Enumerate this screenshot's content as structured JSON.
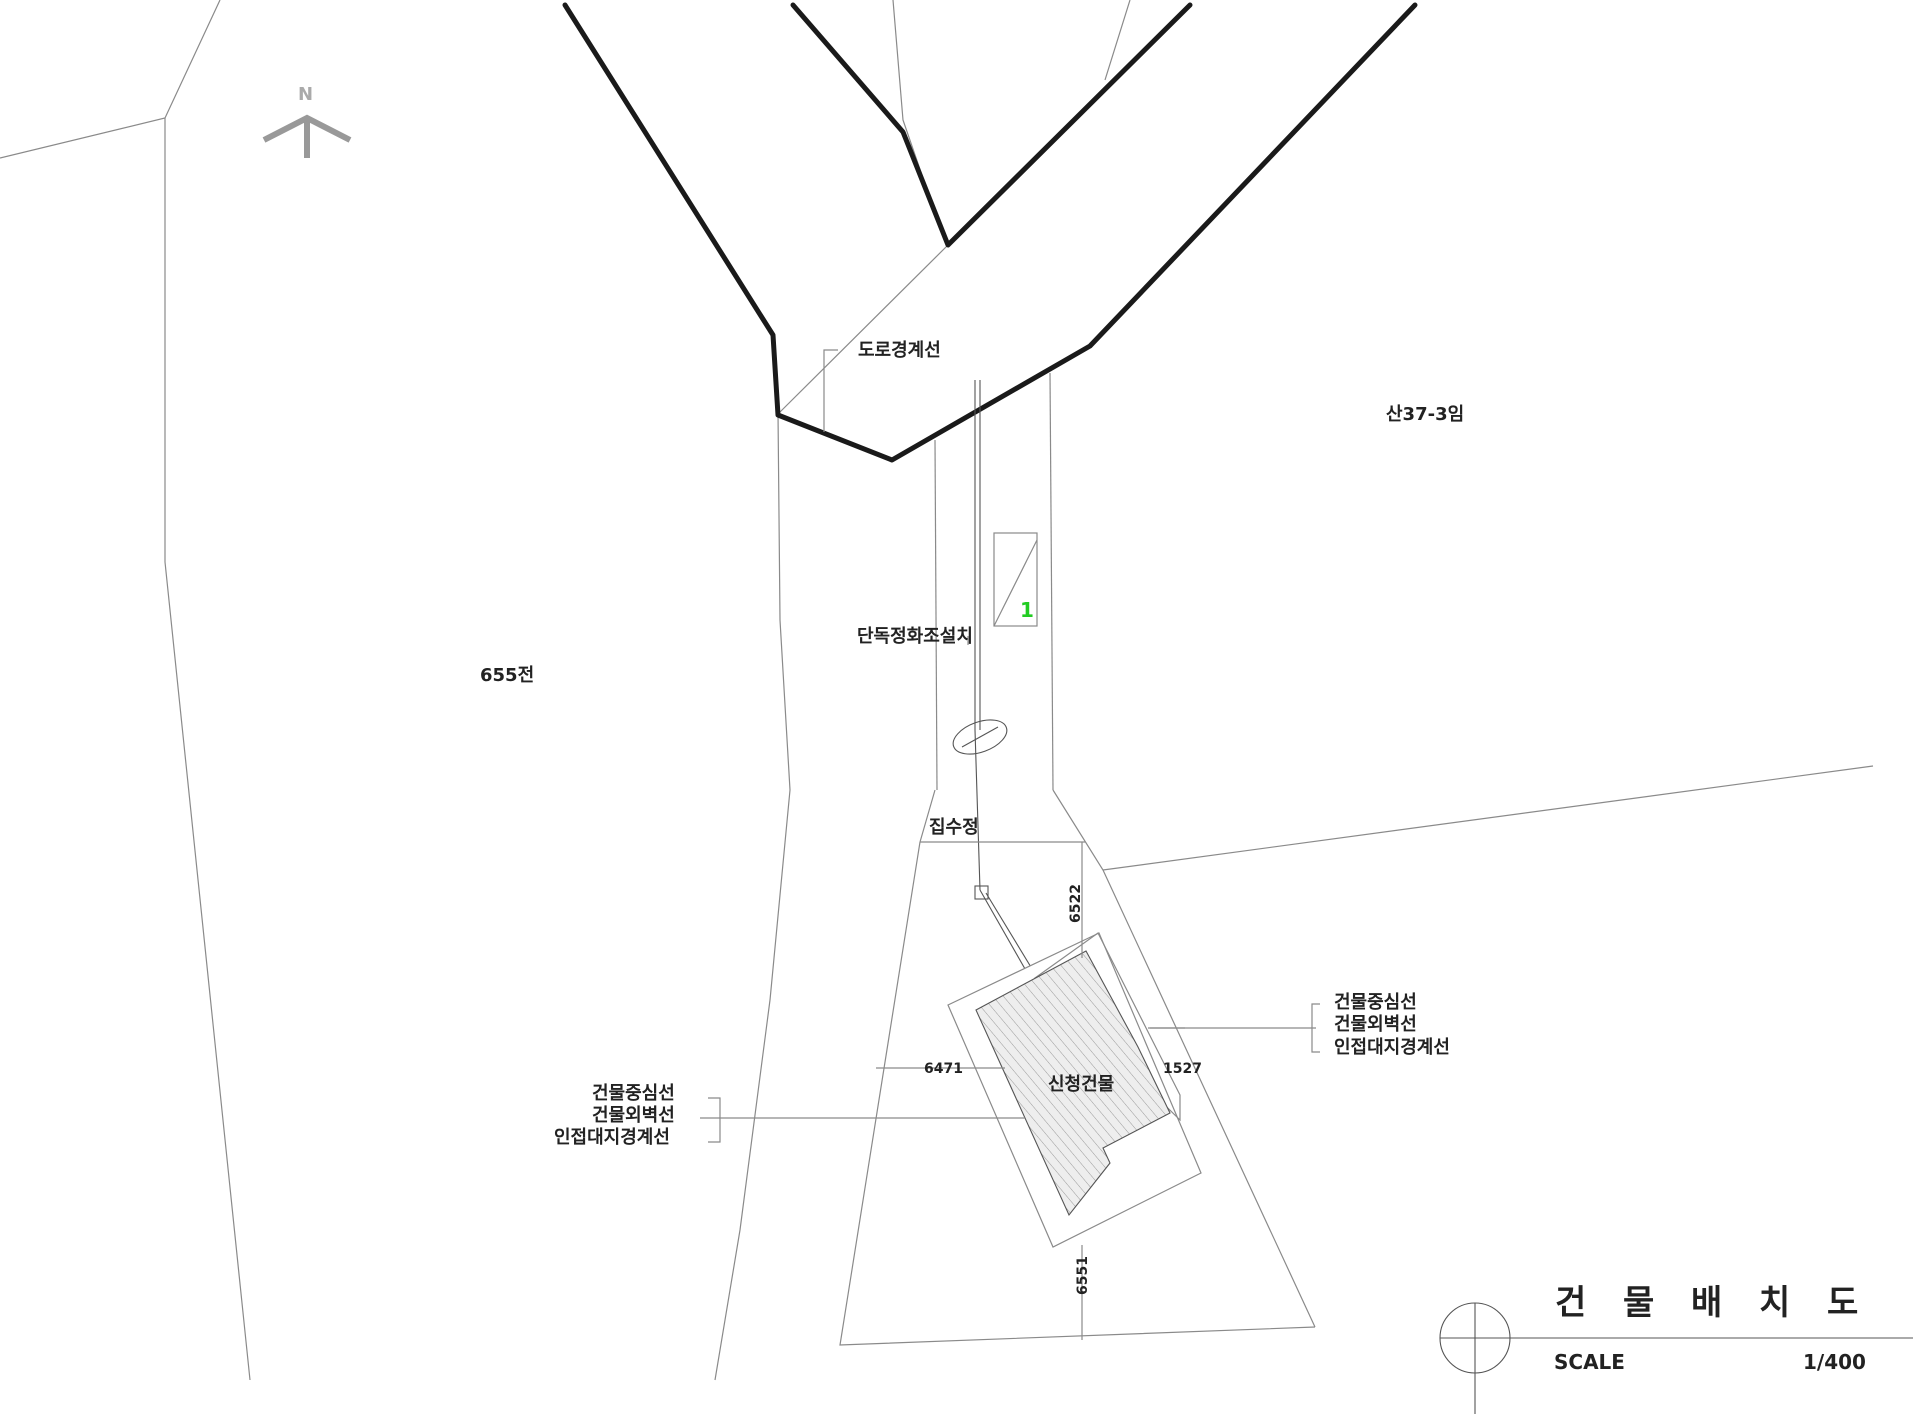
{
  "north_arrow": {
    "label": "N"
  },
  "parcels": {
    "left": "655전",
    "right": "산37-3임"
  },
  "labels": {
    "road_boundary": "도로경계선",
    "septic_tank": "단독정화조설치",
    "catch_basin": "집수정",
    "building": "신청건물"
  },
  "callouts": {
    "right": [
      "건물중심선",
      "건물외벽선",
      "인접대지경계선"
    ],
    "left": [
      "건물중심선",
      "건물외벽선",
      "인접대지경계선"
    ]
  },
  "septic_marker": "1",
  "dimensions": {
    "top": "6522",
    "bottom": "6551",
    "left": "6471",
    "right": "1527"
  },
  "title_block": {
    "title_chars": [
      "건",
      "물",
      "배",
      "치",
      "도"
    ],
    "scale_label": "SCALE",
    "scale_value": "1/400"
  },
  "colors": {
    "septic_marker": "#22cc22",
    "road_line": "#1a1a1a",
    "hatch": "#9a9a9a"
  }
}
